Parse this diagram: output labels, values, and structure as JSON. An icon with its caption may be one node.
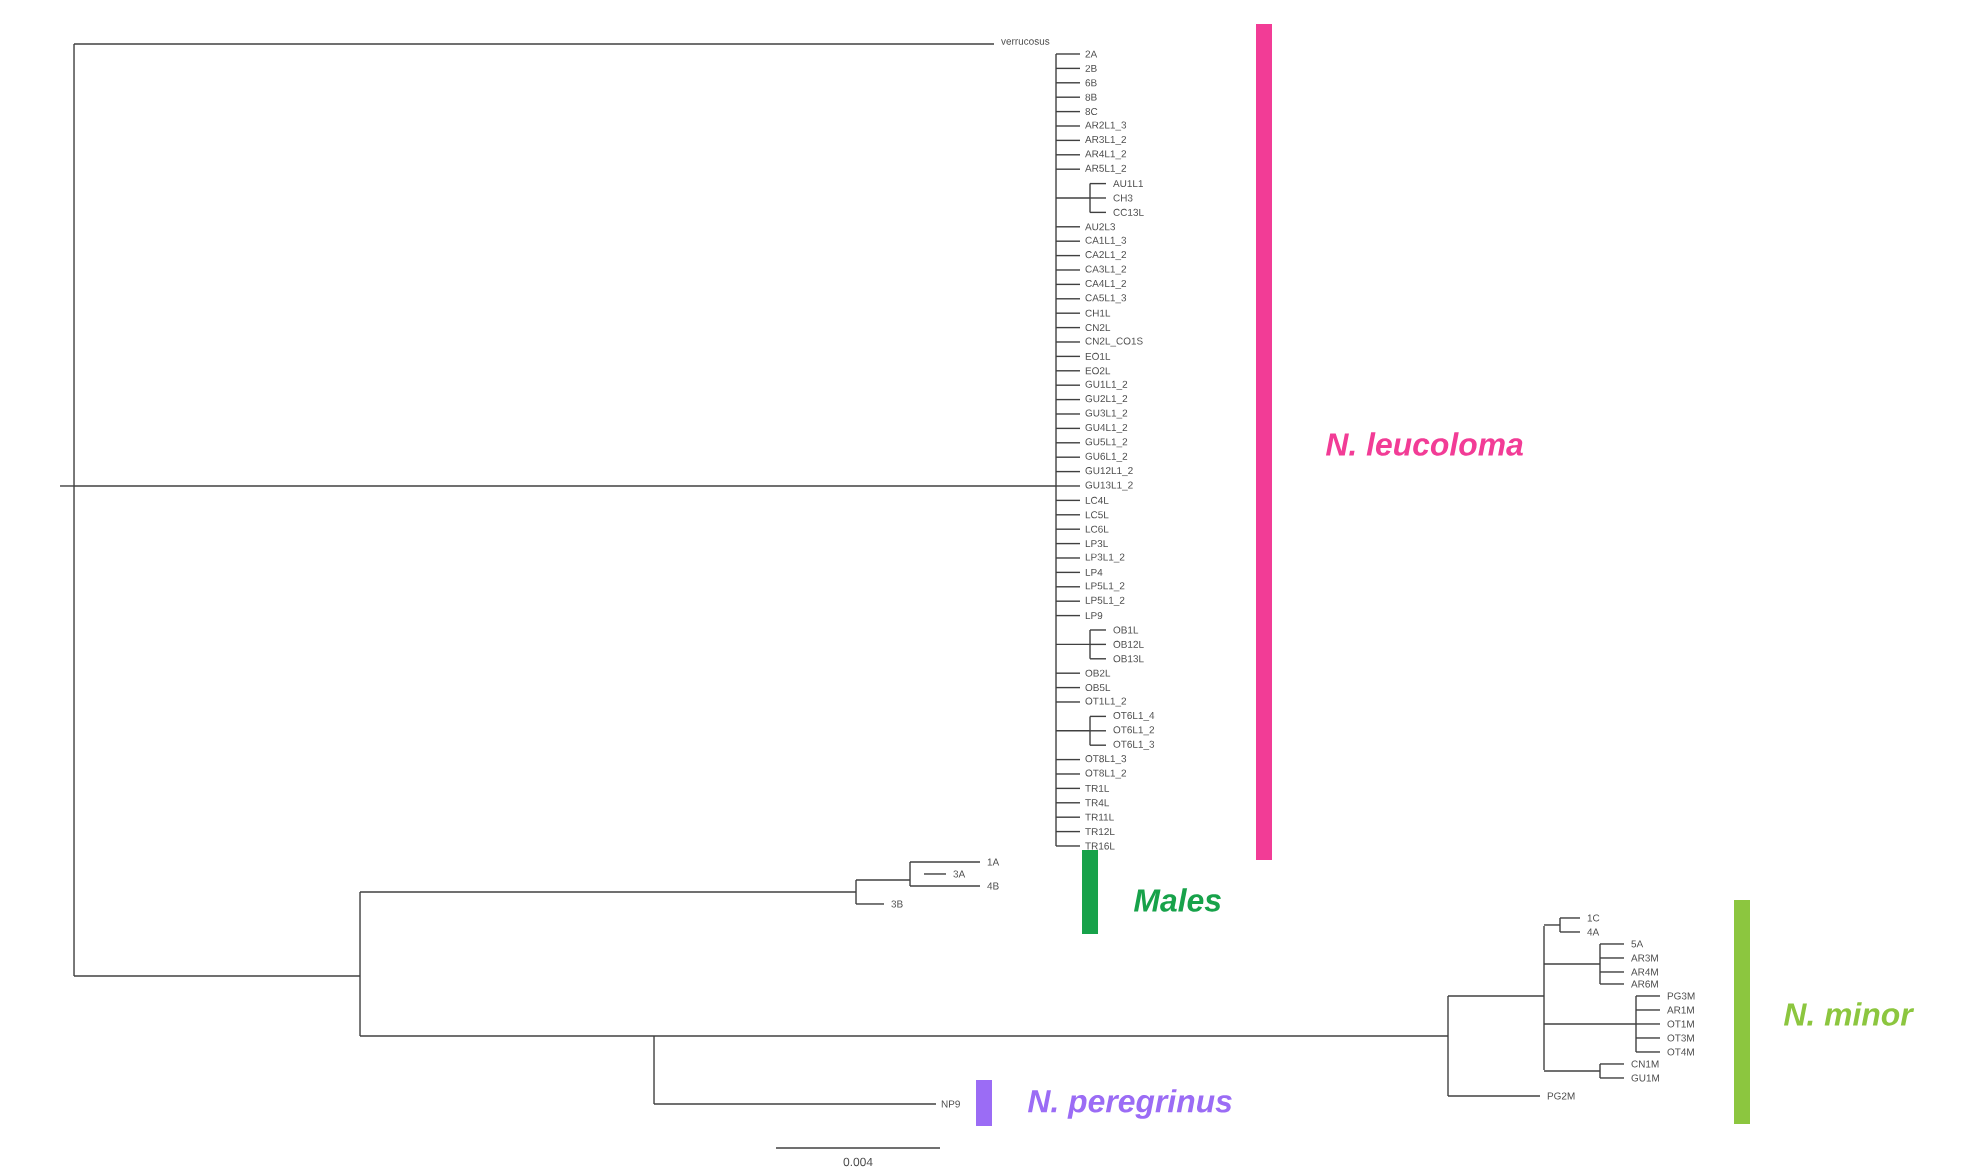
{
  "diagram": {
    "labels": [
      "verrucosus",
      "2A",
      "2B",
      "6B",
      "8B",
      "8C",
      "AR2L1_3",
      "AR3L1_2",
      "AR4L1_2",
      "AR5L1_2",
      "AU1L1",
      "CH3",
      "CC13L",
      "AU2L3",
      "CA1L1_3",
      "CA2L1_2",
      "CA3L1_2",
      "CA4L1_2",
      "CA5L1_3",
      "CH1L",
      "CN2L",
      "CN2L_CO1S",
      "EO1L",
      "EO2L",
      "GU1L1_2",
      "GU2L1_2",
      "GU3L1_2",
      "GU4L1_2",
      "GU5L1_2",
      "GU6L1_2",
      "GU12L1_2",
      "GU13L1_2",
      "LC4L",
      "LC5L",
      "LC6L",
      "LP3L",
      "LP3L1_2",
      "LP4",
      "LP5L1_2",
      "LP5L1_2",
      "LP9",
      "OB1L",
      "OB12L",
      "OB13L",
      "OB2L",
      "OB5L",
      "OT1L1_2",
      "OT6L1_4",
      "OT6L1_2",
      "OT6L1_3",
      "OT8L1_3",
      "OT8L1_2",
      "TR1L",
      "TR4L",
      "TR11L",
      "TR12L",
      "TR16L",
      "1A",
      "3A",
      "4B",
      "3B",
      "1C",
      "4A",
      "5A",
      "AR3M",
      "AR4M",
      "AR6M",
      "PG3M",
      "AR1M",
      "OT1M",
      "OT3M",
      "OT4M",
      "CN1M",
      "GU1M",
      "PG2M",
      "NP9",
      "0.004"
    ],
    "legend": [
      {
        "text": "N. leucoloma",
        "color": "#f23c96"
      },
      {
        "text": "Males",
        "color": "#17a24a"
      },
      {
        "text": "N. minor",
        "color": "#8cc63f"
      },
      {
        "text": "N. peregrinus",
        "color": "#9b6cf5"
      }
    ]
  }
}
